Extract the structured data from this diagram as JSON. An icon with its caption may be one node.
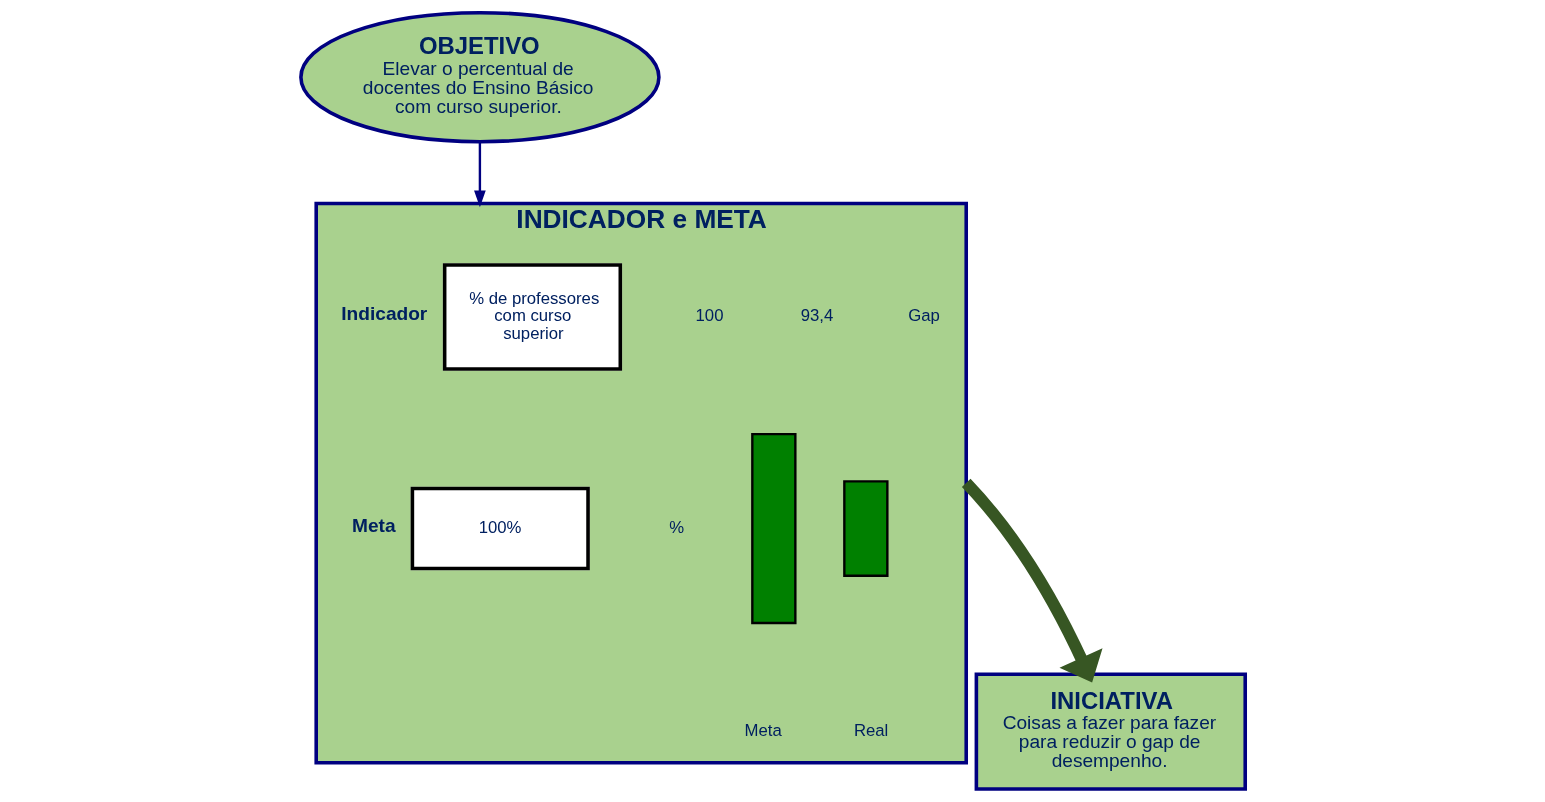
{
  "diagram": {
    "nodes": [
      {
        "text": [
          "OBJETIVO",
          "Elevar o percentual de docentes do Ensino Básico com curso superior."
        ]
      },
      {
        "text": [
          "INDICADOR e META"
        ]
      },
      {
        "text": [
          "% de professores com curso superior"
        ],
        "in": 1,
        "beside": [
          "Indicador"
        ]
      },
      {
        "text": [
          "100%"
        ],
        "in": 1,
        "beside": [
          "Meta"
        ]
      },
      {
        "text": [],
        "shape": "bar",
        "in": 1
      },
      {
        "text": [],
        "shape": "bar",
        "in": 1
      },
      {
        "text": [
          "INICIATIVA",
          "Coisas a fazer para fazer para reduzir o gap de desempenho."
        ]
      }
    ],
    "edges": [
      {
        "from": 0,
        "to": 1,
        "arrow": "to"
      },
      {
        "from": 1,
        "to": 6,
        "arrow": "to",
        "style": "thick",
        "color": "#375623"
      }
    ],
    "labels": [
      "100",
      "93,4",
      "%",
      "Meta",
      "Real",
      "Gap"
    ]
  }
}
